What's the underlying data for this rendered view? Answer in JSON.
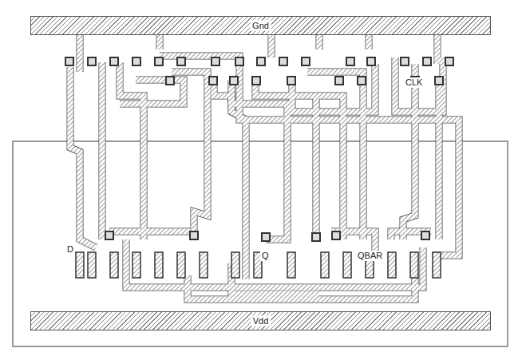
{
  "diagram": {
    "nodes": [
      {
        "text": [
          "Gnd"
        ]
      },
      {
        "text": [
          "Vdd"
        ]
      }
    ],
    "labels": [
      "CLK",
      "D",
      "Q",
      "QBAR"
    ]
  }
}
